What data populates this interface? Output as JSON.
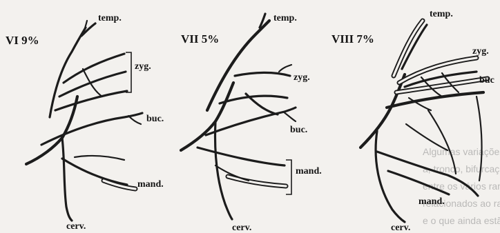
{
  "panels": [
    {
      "title": "VI 9%",
      "branches": {
        "temporal": "temp.",
        "zygomatic": "zyg.",
        "buccal": "buc.",
        "mandibular": "mand.",
        "cervical": "cerv."
      }
    },
    {
      "title": "VII 5%",
      "branches": {
        "temporal": "temp.",
        "zygomatic": "zyg.",
        "buccal": "buc.",
        "mandibular": "mand.",
        "cervical": "cerv."
      }
    },
    {
      "title": "VIII 7%",
      "branches": {
        "temporal": "temp.",
        "zygomatic": "zyg.",
        "buccal": "buc",
        "mandibular": "mand.",
        "cervical": "cerv."
      }
    }
  ],
  "background_text": [
    "Algumas variações anatômicas",
    "a, tronco, bifurcação, que embora",
    "entre os vários ramos, as ramos",
    "relacionados ao ramo mandibular",
    "e o que ainda estão a parte"
  ],
  "colors": {
    "ink": "#1c1c1c",
    "paper": "#f3f1ee",
    "bleed_through": "#8c8c8c"
  }
}
